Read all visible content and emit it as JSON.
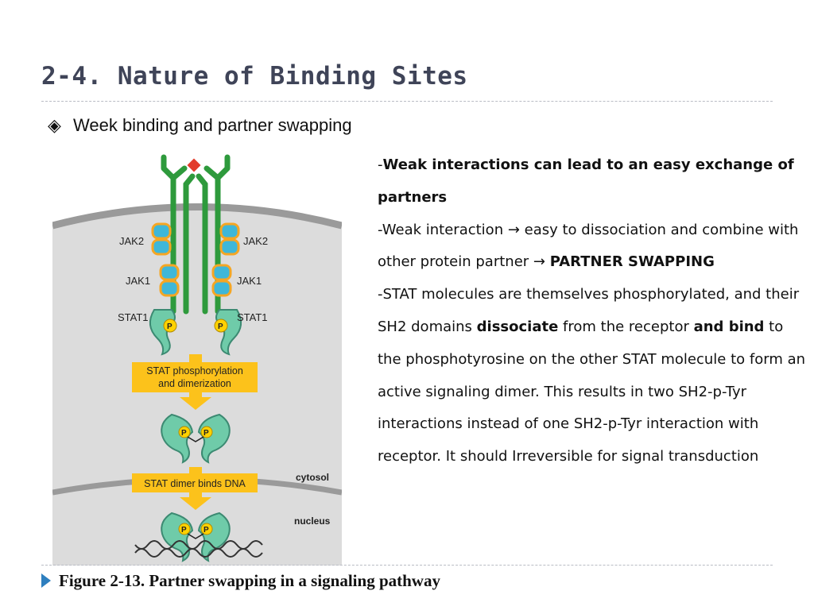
{
  "slide": {
    "title": "2-4. Nature of Binding Sites",
    "subtitle_marker": "◈",
    "subtitle": "Week binding and partner swapping"
  },
  "figure": {
    "labels": {
      "jak2_left": "JAK2",
      "jak2_right": "JAK2",
      "jak1_left": "JAK1",
      "jak1_right": "JAK1",
      "stat1_left": "STAT1",
      "stat1_right": "STAT1",
      "p": "P",
      "step1_line1": "STAT phosphorylation",
      "step1_line2": "and dimerization",
      "step2": "STAT dimer binds DNA",
      "cytosol": "cytosol",
      "nucleus": "nucleus"
    },
    "colors": {
      "receptor_green": "#2e9a3c",
      "jak_blue": "#3fb7d8",
      "jak_orange": "#f5a623",
      "stat_teal": "#6fcba9",
      "p_yellow": "#ffd200",
      "box_yellow": "#fcc21b",
      "ligand_red": "#e23c2c",
      "cell_gray": "#dcdcdc",
      "membrane_gray": "#9a9a9a"
    }
  },
  "body": {
    "p1_prefix": "-",
    "p1_bold": "Weak interactions can lead to an easy exchange of partners",
    "p2_text": "-Weak interaction → easy to dissociation and combine with other protein partner → ",
    "p2_bold": "PARTNER SWAPPING",
    "p3_a": "-STAT molecules are themselves phosphorylated, and their SH2 domains ",
    "p3_b_bold": "dissociate",
    "p3_c": " from the receptor ",
    "p3_d_bold": "and bind",
    "p3_e": " to the phosphotyrosine on the other STAT molecule to form an active signaling dimer. This results in two SH2-p-Tyr interactions instead of one SH2-p-Tyr interaction with receptor. It should  Irreversible for signal transduction"
  },
  "caption": {
    "text": "Figure 2-13. Partner swapping in a signaling pathway"
  }
}
